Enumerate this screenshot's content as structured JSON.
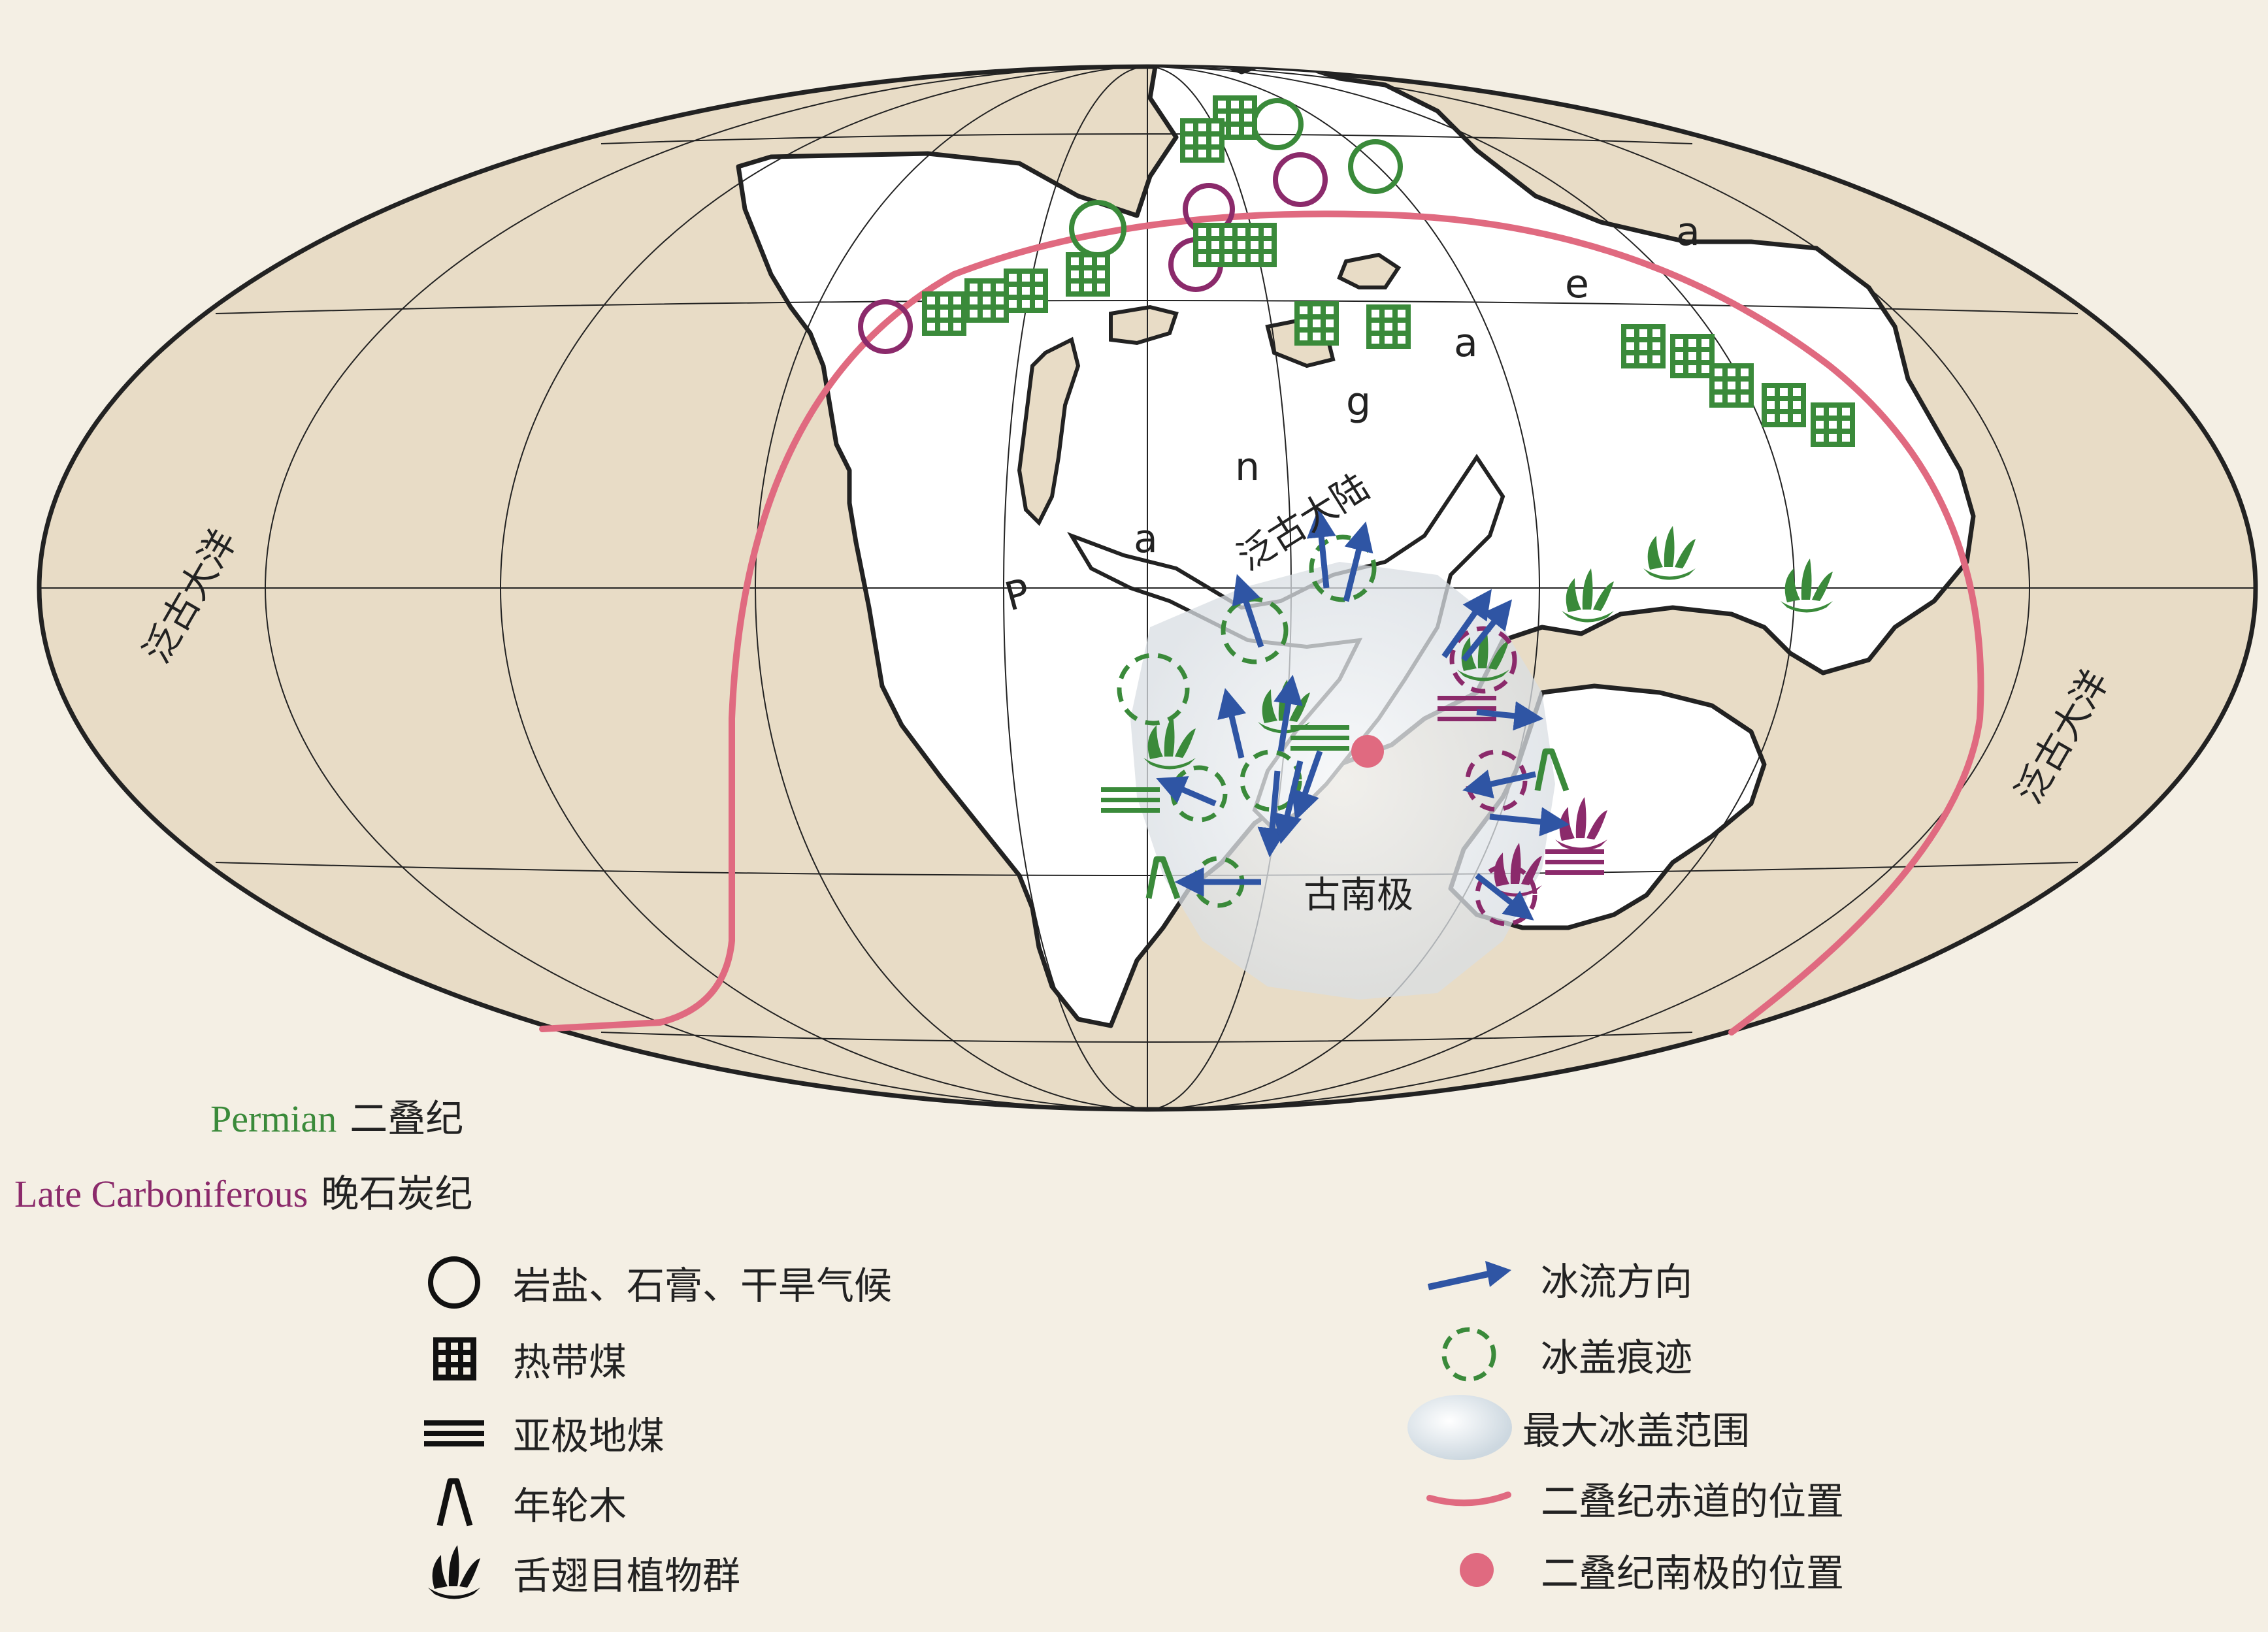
{
  "map": {
    "ocean_label": "泛古大洋",
    "continent_label_cn": "泛古大陆",
    "continent_letters": [
      "P",
      "a",
      "n",
      "g",
      "a",
      "e",
      "a"
    ],
    "pole_label": "古南极"
  },
  "periods": {
    "permian_en": "Permian",
    "permian_zh": "二叠纪",
    "late_carb_en": "Late Carboniferous",
    "late_carb_zh": "晚石炭纪"
  },
  "legend": {
    "evaporites": "岩盐、石膏、干旱气候",
    "tropical_coal": "热带煤",
    "subpolar_coal": "亚极地煤",
    "tree_rings": "年轮木",
    "glossopteris": "舌翅目植物群",
    "ice_flow": "冰流方向",
    "ice_traces": "冰盖痕迹",
    "max_ice": "最大冰盖范围",
    "equator": "二叠纪赤道的位置",
    "south_pole": "二叠纪南极的位置"
  },
  "colors": {
    "background": "#f4efe4",
    "ocean": "#e8dcc6",
    "land": "#ffffff",
    "permian_green": "#3a8a3a",
    "carboniferous_purple": "#8b2a6b",
    "ice_arrow_blue": "#2f55a4",
    "equator_pink": "#e06a80"
  }
}
